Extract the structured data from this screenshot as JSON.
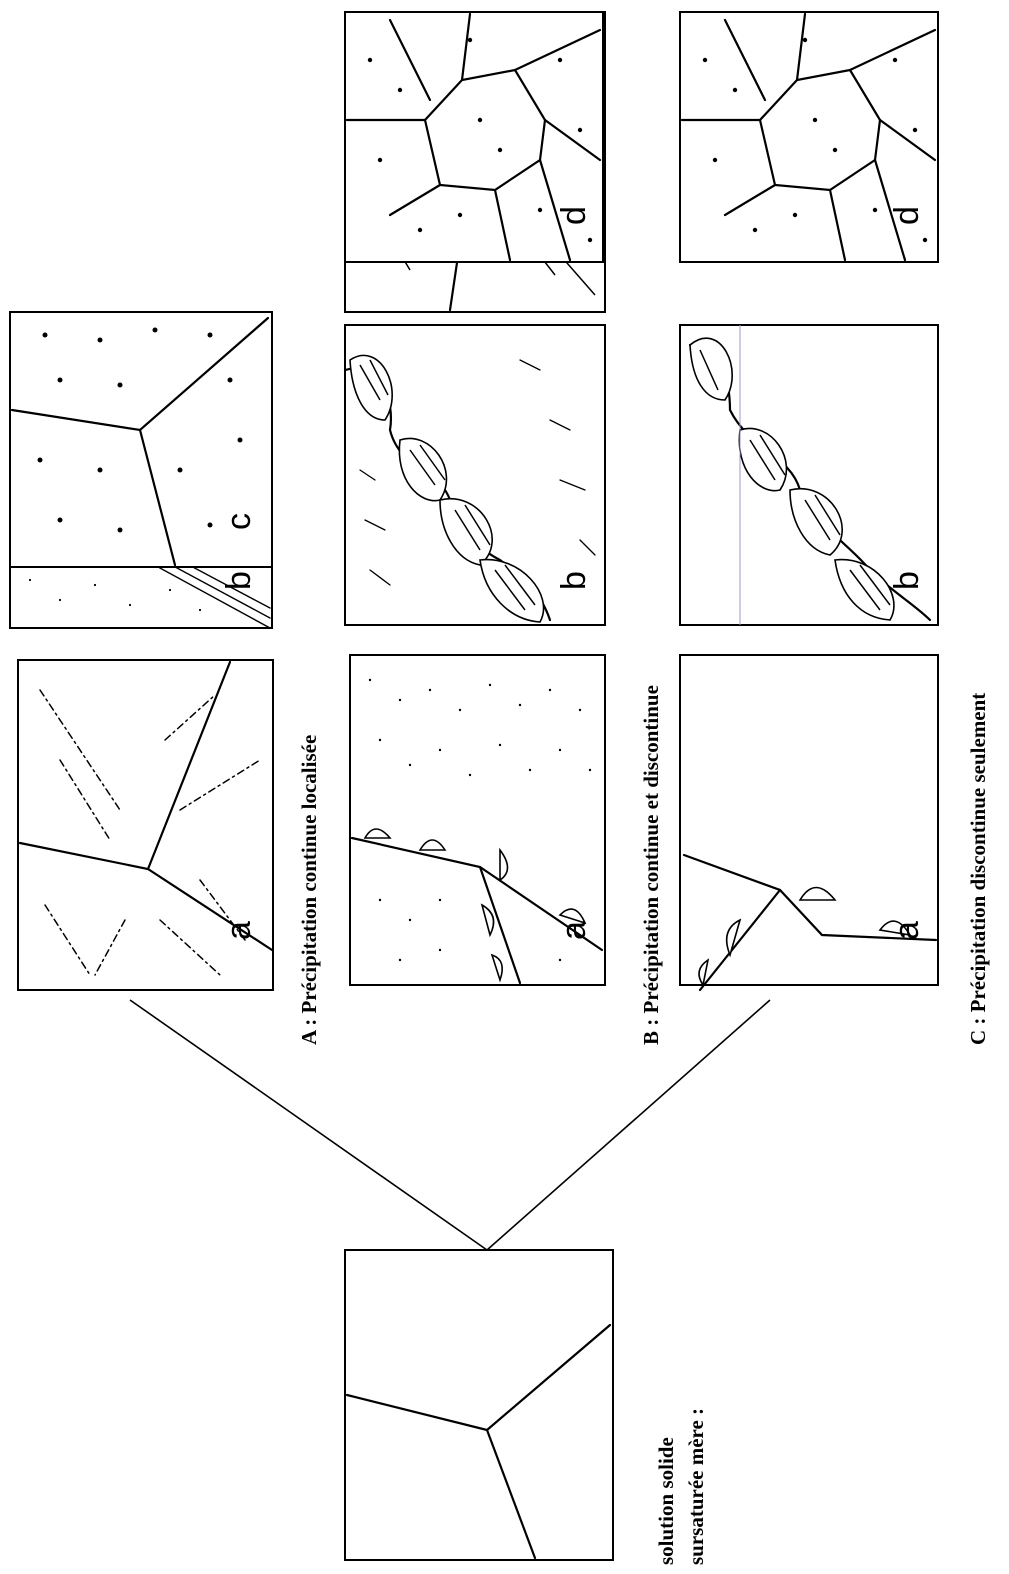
{
  "captions": {
    "row_a": "A : Précipitation continue localisée",
    "row_b": "B : Précipitation continue et discontinue",
    "row_c": "C : Précipitation discontinue seulement",
    "parent_line1": "solution solide",
    "parent_line2": "sursaturée mère :"
  },
  "panel_letters": {
    "a": "a",
    "b": "b",
    "c": "c",
    "d": "d"
  }
}
